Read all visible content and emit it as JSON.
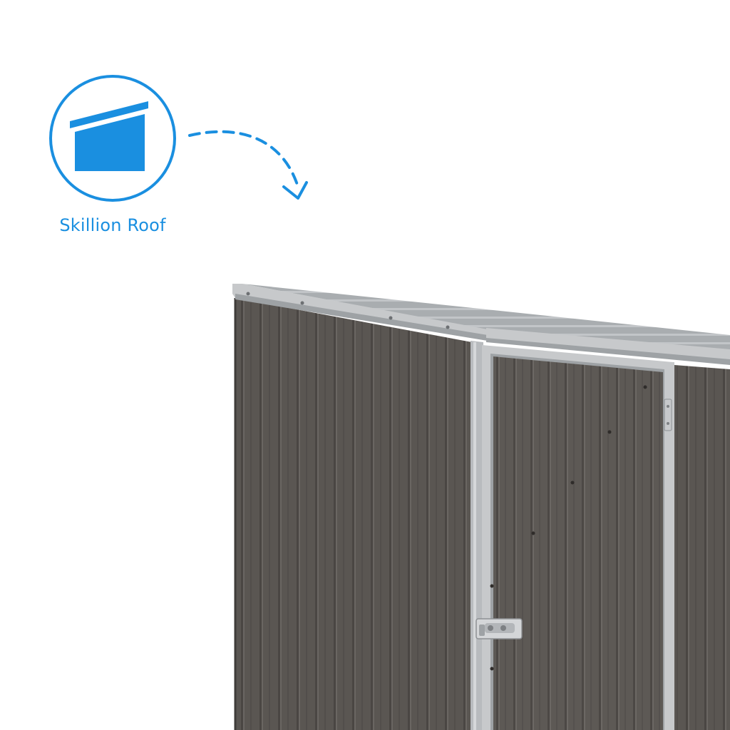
{
  "badge": {
    "label": "Skillion Roof",
    "icon": "skillion-roof-icon",
    "accent_color": "#1a8fe0"
  },
  "arrow": {
    "icon": "dashed-curved-arrow-icon",
    "color": "#1a8fe0"
  },
  "shed": {
    "wall_color": "#5a5652",
    "trim_color": "#c7c9cb",
    "roof_color": "#b9bcbf",
    "hardware": [
      "door-hinge",
      "door-latch"
    ]
  }
}
